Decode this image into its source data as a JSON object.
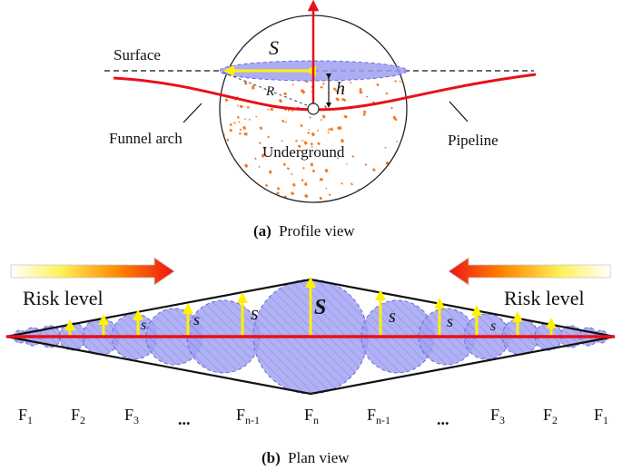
{
  "profile": {
    "labels": {
      "surface": "Surface",
      "funnel_arch": "Funnel arch",
      "underground": "Underground",
      "pipeline": "Pipeline",
      "s": "S",
      "r": "R",
      "h": "h"
    },
    "caption_letter": "(a)",
    "caption_text": "Profile view"
  },
  "plan": {
    "risk_left": "Risk level",
    "risk_right": "Risk level",
    "circle_labels": [
      "s",
      "s",
      "s",
      "S",
      "s",
      "s",
      "s"
    ],
    "f_labels": [
      {
        "base": "F",
        "sub": "1"
      },
      {
        "base": "F",
        "sub": "2"
      },
      {
        "base": "F",
        "sub": "3"
      },
      {
        "base": "...",
        "sub": ""
      },
      {
        "base": "F",
        "sub": "n-1"
      },
      {
        "base": "F",
        "sub": "n"
      },
      {
        "base": "F",
        "sub": "n-1"
      },
      {
        "base": "...",
        "sub": ""
      },
      {
        "base": "F",
        "sub": "3"
      },
      {
        "base": "F",
        "sub": "2"
      },
      {
        "base": "F",
        "sub": "1"
      }
    ],
    "caption_letter": "(b)",
    "caption_text": "Plan view"
  },
  "colors": {
    "pipeline": "#e8101a",
    "circle_fill": "#9f9ff2",
    "circle_stroke": "#6b6bd6",
    "arrow": "#fff200",
    "soil": "#f47920"
  }
}
